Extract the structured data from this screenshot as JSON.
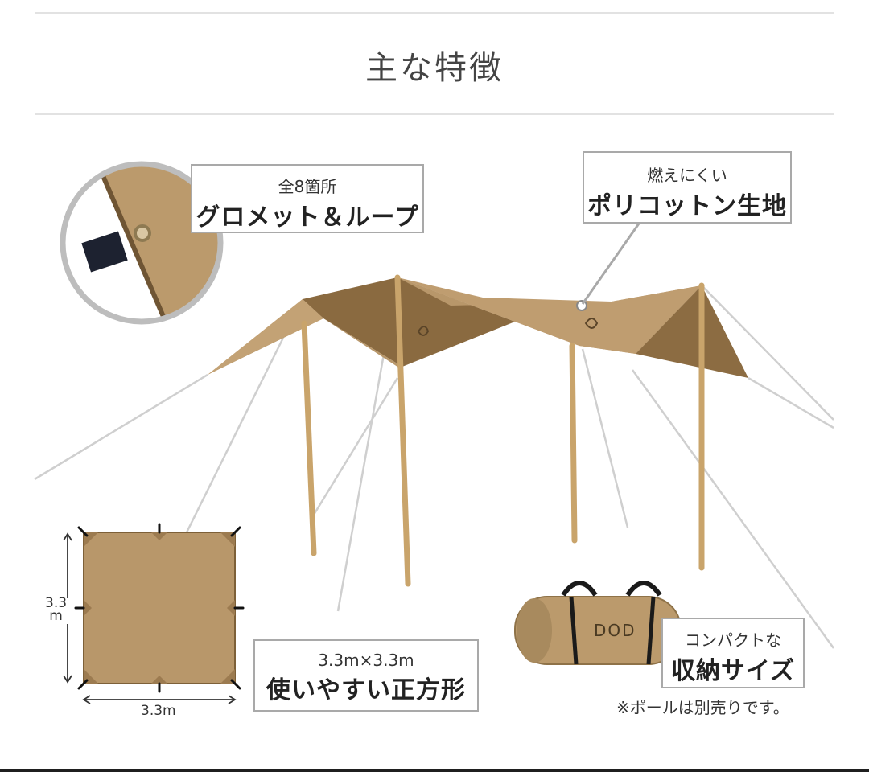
{
  "header": {
    "title": "主な特徴"
  },
  "callouts": {
    "grommet": {
      "small": "全8箇所",
      "large": "グロメット＆ループ"
    },
    "fabric": {
      "small": "燃えにくい",
      "large": "ポリコットン生地"
    },
    "shape": {
      "small": "3.3m×3.3m",
      "large": "使いやすい正方形"
    },
    "storage": {
      "small": "コンパクトな",
      "large": "収納サイズ"
    }
  },
  "dimensions": {
    "height": "3.3 m",
    "height_line1": "3.3",
    "height_line2": "m",
    "width": "3.3m"
  },
  "bag_logo": "DOD",
  "note": "※ポールは別売りです。",
  "colors": {
    "tarp": "#b8976a",
    "tarp_shadow": "#8c6c42",
    "pole": "#c9a46b",
    "callout_border": "#a9a9a9"
  }
}
